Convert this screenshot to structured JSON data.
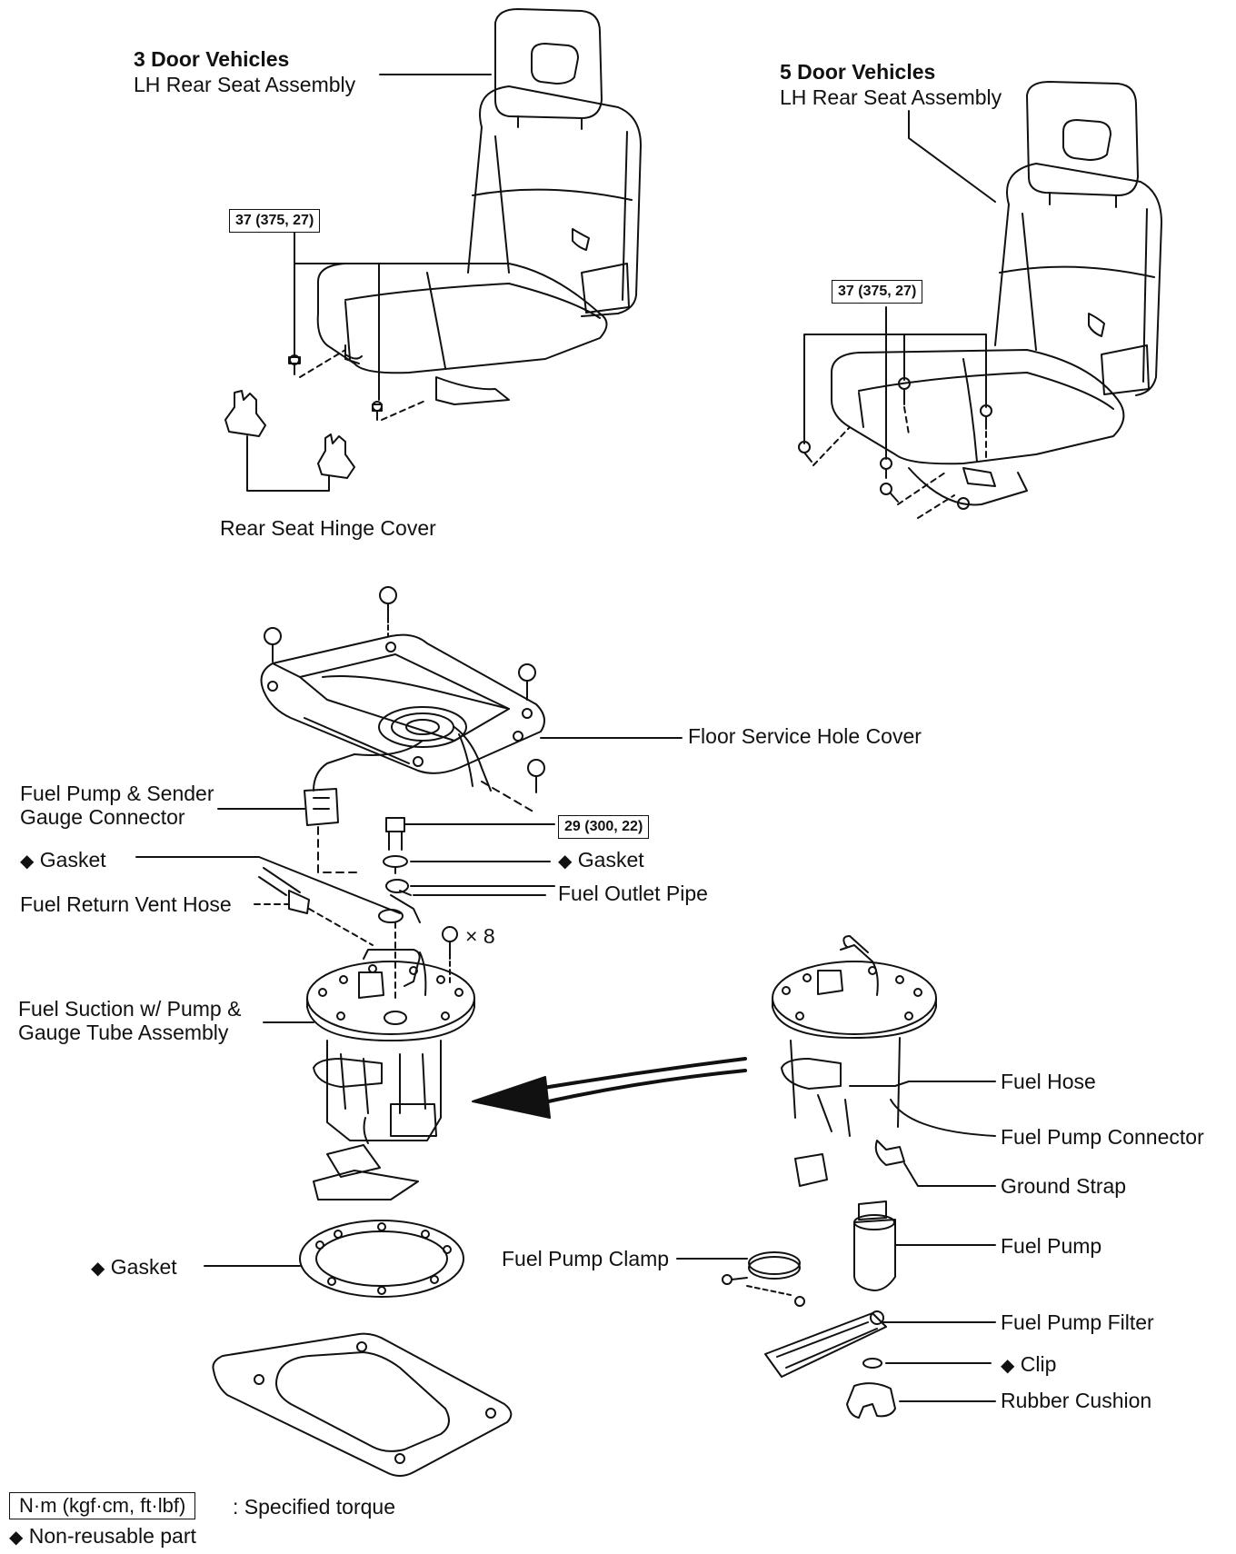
{
  "labels": {
    "door3_title": "3 Door Vehicles",
    "door3_seat": "LH Rear Seat Assembly",
    "door5_title": "5 Door Vehicles",
    "door5_seat": "LH Rear Seat Assembly",
    "torque_seat_3": "37 (375, 27)",
    "torque_seat_5": "37 (375, 27)",
    "hinge_cover": "Rear Seat Hinge Cover",
    "floor_cover": "Floor Service Hole Cover",
    "connector_line1": "Fuel Pump & Sender",
    "connector_line2": "Gauge Connector",
    "gasket_left": "Gasket",
    "torque_pipe": "29 (300, 22)",
    "gasket_right": "Gasket",
    "return_hose": "Fuel Return Vent Hose",
    "outlet_pipe": "Fuel Outlet Pipe",
    "bolts_count": "× 8",
    "suction_line1": "Fuel Suction w/ Pump &",
    "suction_line2": "Gauge Tube Assembly",
    "fuel_hose": "Fuel Hose",
    "pump_connector": "Fuel Pump Connector",
    "ground_strap": "Ground Strap",
    "fuel_pump": "Fuel Pump",
    "gasket_bottom": "Gasket",
    "pump_clamp": "Fuel Pump Clamp",
    "pump_filter": "Fuel Pump Filter",
    "clip": "Clip",
    "rubber_cushion": "Rubber Cushion"
  },
  "legend": {
    "torque_unit": "N·m (kgf·cm, ft·lbf)",
    "torque_desc": ": Specified torque",
    "nonreusable_desc": "Non-reusable part"
  },
  "symbols": {
    "nonreusable": "◆"
  }
}
